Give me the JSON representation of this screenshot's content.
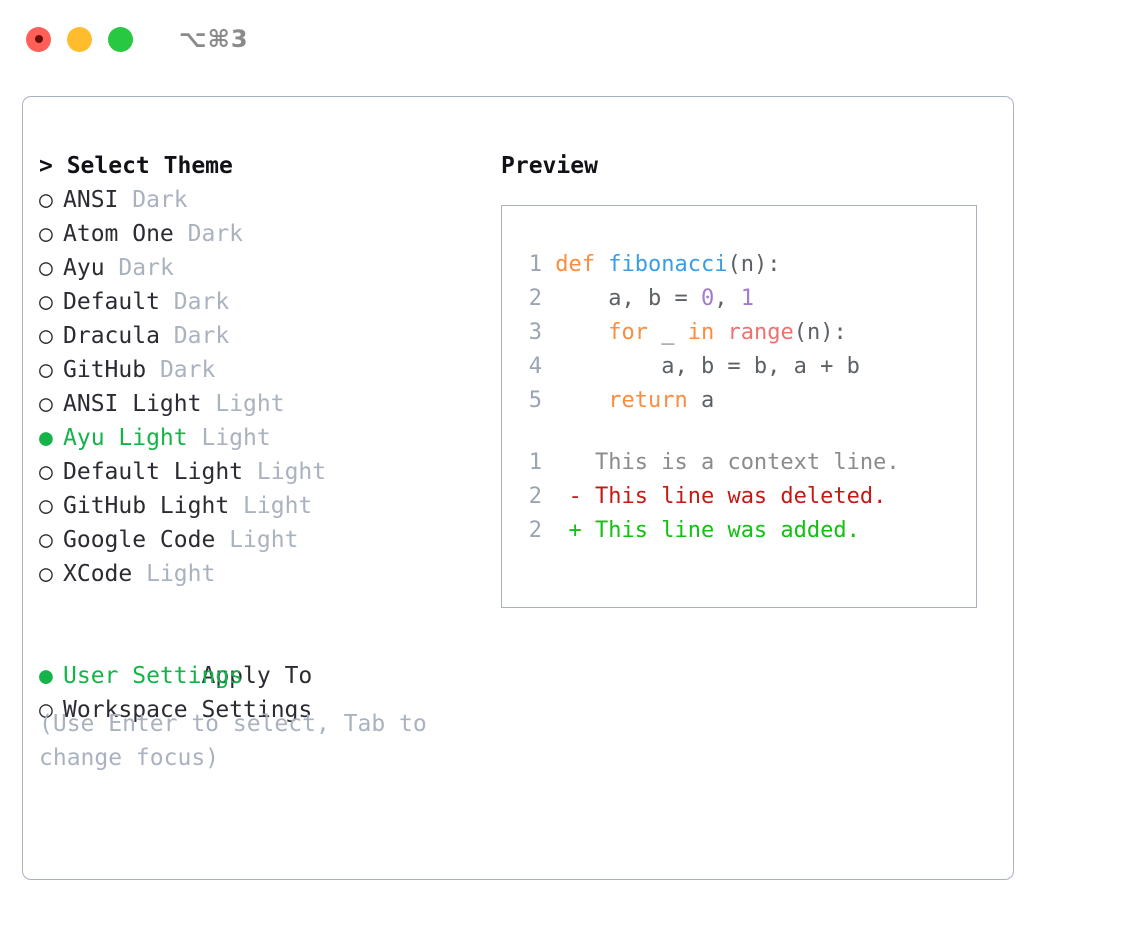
{
  "titlebar": {
    "shortcut": "⌥⌘3",
    "lights": [
      "close-red",
      "minimize-yellow",
      "zoom-green"
    ]
  },
  "left": {
    "heading": "> Select Theme",
    "themes": [
      {
        "bullet": "○",
        "label": "ANSI",
        "badge": "Dark",
        "selected": false
      },
      {
        "bullet": "○",
        "label": "Atom One",
        "badge": "Dark",
        "selected": false
      },
      {
        "bullet": "○",
        "label": "Ayu",
        "badge": "Dark",
        "selected": false
      },
      {
        "bullet": "○",
        "label": "Default",
        "badge": "Dark",
        "selected": false
      },
      {
        "bullet": "○",
        "label": "Dracula",
        "badge": "Dark",
        "selected": false
      },
      {
        "bullet": "○",
        "label": "GitHub",
        "badge": "Dark",
        "selected": false
      },
      {
        "bullet": "○",
        "label": "ANSI Light",
        "badge": "Light",
        "selected": false
      },
      {
        "bullet": "●",
        "label": "Ayu Light",
        "badge": "Light",
        "selected": true
      },
      {
        "bullet": "○",
        "label": "Default Light",
        "badge": "Light",
        "selected": false
      },
      {
        "bullet": "○",
        "label": "GitHub Light",
        "badge": "Light",
        "selected": false
      },
      {
        "bullet": "○",
        "label": "Google Code",
        "badge": "Light",
        "selected": false
      },
      {
        "bullet": "○",
        "label": "XCode",
        "badge": "Light",
        "selected": false
      }
    ],
    "apply_to_heading": "Apply To",
    "apply_to": [
      {
        "bullet": "●",
        "label": "User Settings",
        "selected": true
      },
      {
        "bullet": "○",
        "label": "Workspace Settings",
        "selected": false
      }
    ],
    "hint": "(Use Enter to select, Tab to change focus)"
  },
  "right": {
    "preview_title": "Preview",
    "code_lines": [
      {
        "num": "1",
        "tokens": [
          {
            "t": "def",
            "c": "kw"
          },
          {
            "t": " ",
            "c": "pl"
          },
          {
            "t": "fibonacci",
            "c": "fn"
          },
          {
            "t": "(n):",
            "c": "pl"
          }
        ]
      },
      {
        "num": "2",
        "tokens": [
          {
            "t": "    a, b = ",
            "c": "pl"
          },
          {
            "t": "0",
            "c": "num"
          },
          {
            "t": ", ",
            "c": "pl"
          },
          {
            "t": "1",
            "c": "num"
          }
        ]
      },
      {
        "num": "3",
        "tokens": [
          {
            "t": "    ",
            "c": "pl"
          },
          {
            "t": "for",
            "c": "kw"
          },
          {
            "t": " _ ",
            "c": "pl"
          },
          {
            "t": "in",
            "c": "kw"
          },
          {
            "t": " ",
            "c": "pl"
          },
          {
            "t": "range",
            "c": "bi"
          },
          {
            "t": "(n):",
            "c": "pl"
          }
        ]
      },
      {
        "num": "4",
        "tokens": [
          {
            "t": "        a, b = b, a + b",
            "c": "pl"
          }
        ]
      },
      {
        "num": "5",
        "tokens": [
          {
            "t": "    ",
            "c": "pl"
          },
          {
            "t": "return",
            "c": "kw"
          },
          {
            "t": " a",
            "c": "pl"
          }
        ]
      }
    ],
    "diff_lines": [
      {
        "num": "1",
        "marker": " ",
        "text": " This is a context line.",
        "kind": "ctx"
      },
      {
        "num": "2",
        "marker": "-",
        "text": " This line was deleted.",
        "kind": "del"
      },
      {
        "num": "2",
        "marker": "+",
        "text": " This line was added.",
        "kind": "add"
      }
    ]
  },
  "colors": {
    "accent_green": "#16b34a",
    "muted": "#aab2c0",
    "keyword": "#fa8d3e",
    "function": "#399ee6",
    "number": "#a37acc",
    "builtin": "#f07171",
    "diff_deleted": "#c41a16",
    "diff_added": "#11c211",
    "border": "#aab2c0"
  }
}
